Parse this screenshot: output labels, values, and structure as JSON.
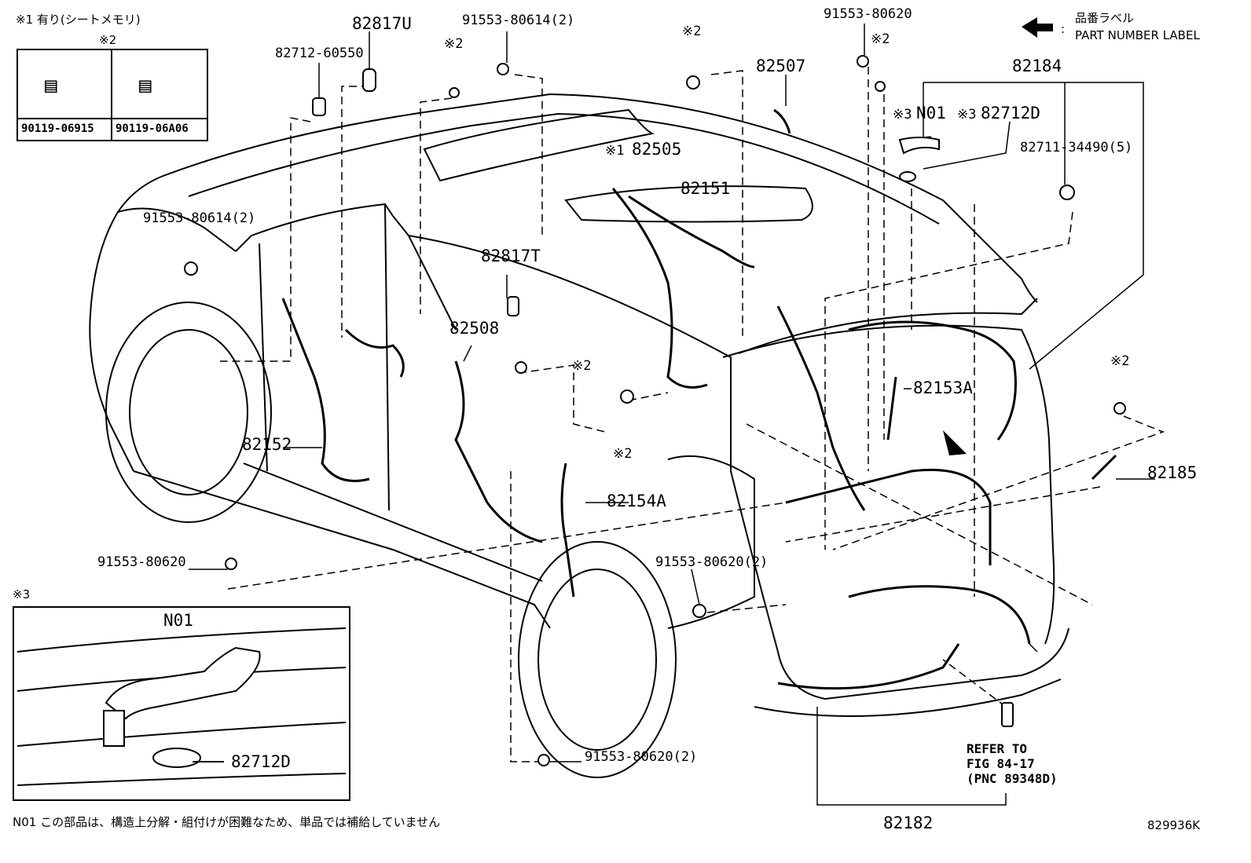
{
  "notes": {
    "n1": "※1 有り(シートメモリ)",
    "n2_box": "※2",
    "n3_box": "※3",
    "n01_note": "N01 この部品は、構造上分解・組付けが困難なため、単品では補給していません",
    "figure_id": "829936K"
  },
  "legend": {
    "jp": "品番ラベル",
    "colon": ":",
    "en": "PART NUMBER LABEL"
  },
  "bolt_table": {
    "header": "※2",
    "left_part": "90119-06915",
    "right_part": "90119-06A06"
  },
  "refer": {
    "line1": "REFER TO",
    "line2": "FIG 84-17",
    "line3": "(PNC 89348D)"
  },
  "parts": {
    "p82817U": "82817U",
    "p82712_60550": "82712-60550",
    "p91553_80614_top": "91553-80614(2)",
    "p91553_80614_left": "91553-80614(2)",
    "p82507": "82507",
    "p91553_80620_top": "91553-80620",
    "p82184": "82184",
    "pN01": "N01",
    "p82712D": "82712D",
    "p82711": "82711-34490(5)",
    "p82505": "82505",
    "p82151": "82151",
    "p82817T": "82817T",
    "p82508": "82508",
    "p82153A": "82153A",
    "p82152": "82152",
    "p82154A": "82154A",
    "p82185": "82185",
    "p91553_80620_left": "91553-80620",
    "p91553_80620_2_mid": "91553-80620(2)",
    "p91553_80620_2_bot": "91553-80620(2)",
    "p82182": "82182",
    "inset_N01": "N01",
    "inset_82712D": "82712D"
  },
  "marks": {
    "x2": "※2",
    "x1": "※1",
    "x3": "※3"
  }
}
